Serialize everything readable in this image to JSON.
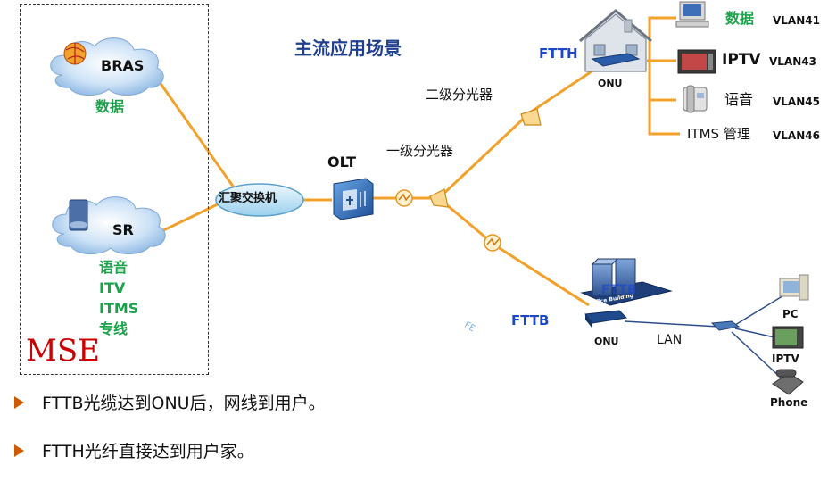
{
  "title": "主流应用场景",
  "mse": {
    "label": "MSE",
    "bras": {
      "label": "BRAS",
      "service": "数据"
    },
    "sr": {
      "label": "SR",
      "services": [
        "语音",
        "ITV",
        "ITMS",
        "专线"
      ]
    }
  },
  "aggregation_switch": "汇聚交换机",
  "olt": "OLT",
  "splitters": {
    "level1": "一级分光器",
    "level2": "二级分光器"
  },
  "ftth": {
    "label": "FTTH",
    "onu": "ONU",
    "services": [
      {
        "name": "数据",
        "vlan": "VLAN41"
      },
      {
        "name": "IPTV",
        "vlan": "VLAN43"
      },
      {
        "name": "语音",
        "vlan": "VLAN45"
      },
      {
        "name": "ITMS 管理",
        "vlan": "VLAN46"
      }
    ]
  },
  "fttb": {
    "label": "FTTB",
    "overlay_label": "FTTB",
    "building_label": "Office Building",
    "onu": "ONU",
    "fe": "FE",
    "lan": "LAN",
    "devices": [
      "PC",
      "IPTV",
      "Phone"
    ]
  },
  "bullets": [
    "FTTB光缆达到ONU后，网线到用户。",
    "FTTH光纤直接达到用户家。"
  ],
  "colors": {
    "fiber": "#f2a12a",
    "title": "#1f3f8f",
    "green": "#1aa34a",
    "blue": "#1c47c7",
    "mse_red": "#cc0000"
  }
}
